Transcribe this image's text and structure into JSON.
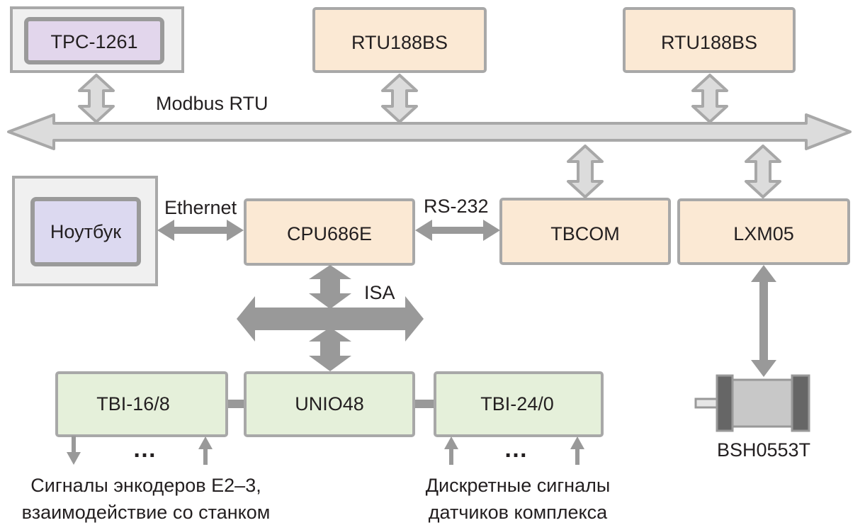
{
  "bus": {
    "label": "Modbus RTU"
  },
  "blocks": {
    "tpc": "TPC-1261",
    "rtu1": "RTU188BS",
    "rtu2": "RTU188BS",
    "notebook": "Ноутбук",
    "cpu": "CPU686E",
    "tbcom": "TBCOM",
    "lxm": "LXM05",
    "tbi16": "TBI-16/8",
    "unio": "UNIO48",
    "tbi24": "TBI-24/0"
  },
  "links": {
    "ethernet": "Ethernet",
    "rs232": "RS-232",
    "isa": "ISA"
  },
  "motor": {
    "label": "BSH0553T"
  },
  "ellipsis": "…",
  "captions": {
    "left_line1": "Сигналы энкодеров E2–3,",
    "left_line2": "взаимодействие со станком",
    "right_line1": "Дискретные сигналы",
    "right_line2": "датчиков комплекса"
  },
  "colors": {
    "orange_block": "#fbe9d4",
    "green_block": "#e5f0da",
    "purple_screen": "#e2d6ec",
    "blue_screen": "#dcd9f0",
    "frame": "#a8a8a8",
    "arrow_fill": "#dcdcdc",
    "dark_arrow": "#999999"
  }
}
